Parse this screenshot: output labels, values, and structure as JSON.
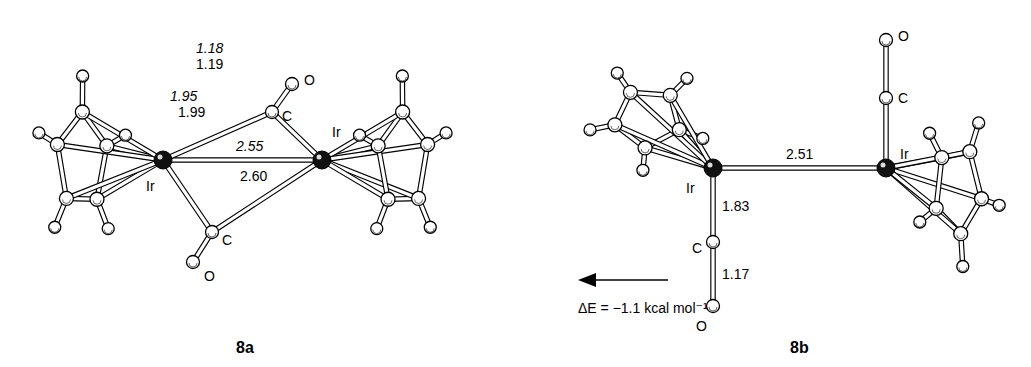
{
  "diagram": {
    "labels": [
      "1.18",
      "1.19",
      "O",
      "1.95",
      "1.99",
      "C",
      "2.55",
      "Ir",
      "2.60",
      "Ir",
      "C",
      "O",
      "8a",
      "O",
      "C",
      "Ir",
      "2.51",
      "Ir",
      "1.83",
      "C",
      "1.17",
      "O",
      "8b",
      "ΔE = −1.1 kcal mol⁻¹"
    ]
  }
}
